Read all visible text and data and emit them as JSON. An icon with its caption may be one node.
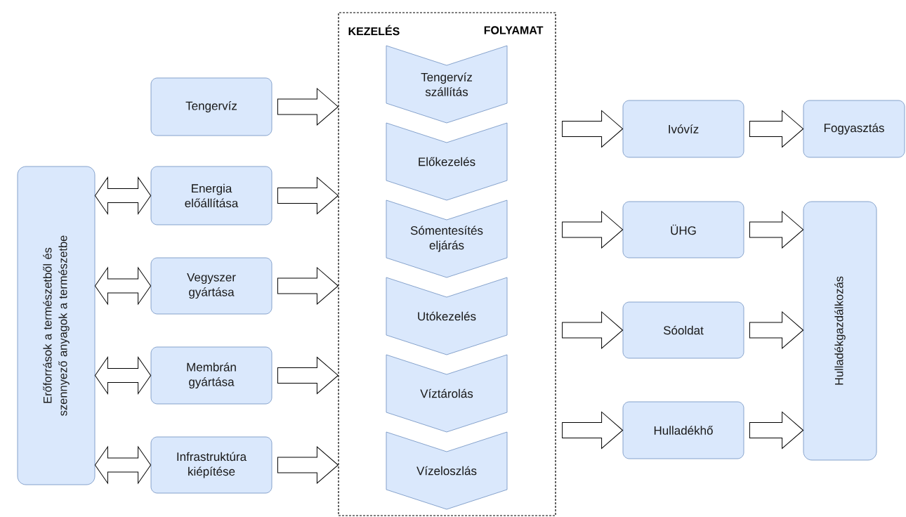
{
  "diagram": {
    "nodes": [
      {
        "text": [
          "KEZELÉS",
          "FOLYAMAT"
        ]
      },
      {
        "text": [
          "Tengervíz szállítás"
        ],
        "in": 0
      },
      {
        "text": [
          "Előkezelés"
        ],
        "in": 0
      },
      {
        "text": [
          "Sómentesítés eljárás"
        ],
        "in": 0
      },
      {
        "text": [
          "Utókezelés"
        ],
        "in": 0
      },
      {
        "text": [
          "Víztárolás"
        ],
        "in": 0
      },
      {
        "text": [
          "Vízeloszlás"
        ],
        "in": 0
      },
      {
        "text": [
          "Tengervíz"
        ]
      },
      {
        "text": [
          "Erőforrások a természetből és szennyező anyagok a természetbe"
        ]
      },
      {
        "text": [
          "Energia előállítása"
        ]
      },
      {
        "text": [
          "Vegyszer gyártása"
        ]
      },
      {
        "text": [
          "Membrán gyártása"
        ]
      },
      {
        "text": [
          "Infrastruktúra kiépítése"
        ]
      },
      {
        "text": [
          "Ivóvíz"
        ]
      },
      {
        "text": [
          "Fogyasztás"
        ]
      },
      {
        "text": [
          "ÜHG"
        ]
      },
      {
        "text": [
          "Hulladékgazdálkozás"
        ]
      },
      {
        "text": [
          "Sóoldat"
        ]
      },
      {
        "text": [
          "Hulladékhő"
        ]
      }
    ],
    "edges": [
      {
        "from": 7,
        "to": 0,
        "arrow": "to"
      },
      {
        "from": 8,
        "to": 9,
        "arrow": "both"
      },
      {
        "from": 9,
        "to": 0,
        "arrow": "to"
      },
      {
        "from": 8,
        "to": 10,
        "arrow": "both"
      },
      {
        "from": 10,
        "to": 0,
        "arrow": "to"
      },
      {
        "from": 8,
        "to": 11,
        "arrow": "both"
      },
      {
        "from": 11,
        "to": 0,
        "arrow": "to"
      },
      {
        "from": 8,
        "to": 12,
        "arrow": "both"
      },
      {
        "from": 12,
        "to": 0,
        "arrow": "to"
      },
      {
        "from": 0,
        "to": 13,
        "arrow": "to"
      },
      {
        "from": 13,
        "to": 14,
        "arrow": "to"
      },
      {
        "from": 0,
        "to": 15,
        "arrow": "to"
      },
      {
        "from": 15,
        "to": 16,
        "arrow": "to"
      },
      {
        "from": 0,
        "to": 17,
        "arrow": "to"
      },
      {
        "from": 17,
        "to": 16,
        "arrow": "to"
      },
      {
        "from": 0,
        "to": 18,
        "arrow": "to"
      },
      {
        "from": 18,
        "to": 16,
        "arrow": "to"
      }
    ]
  }
}
